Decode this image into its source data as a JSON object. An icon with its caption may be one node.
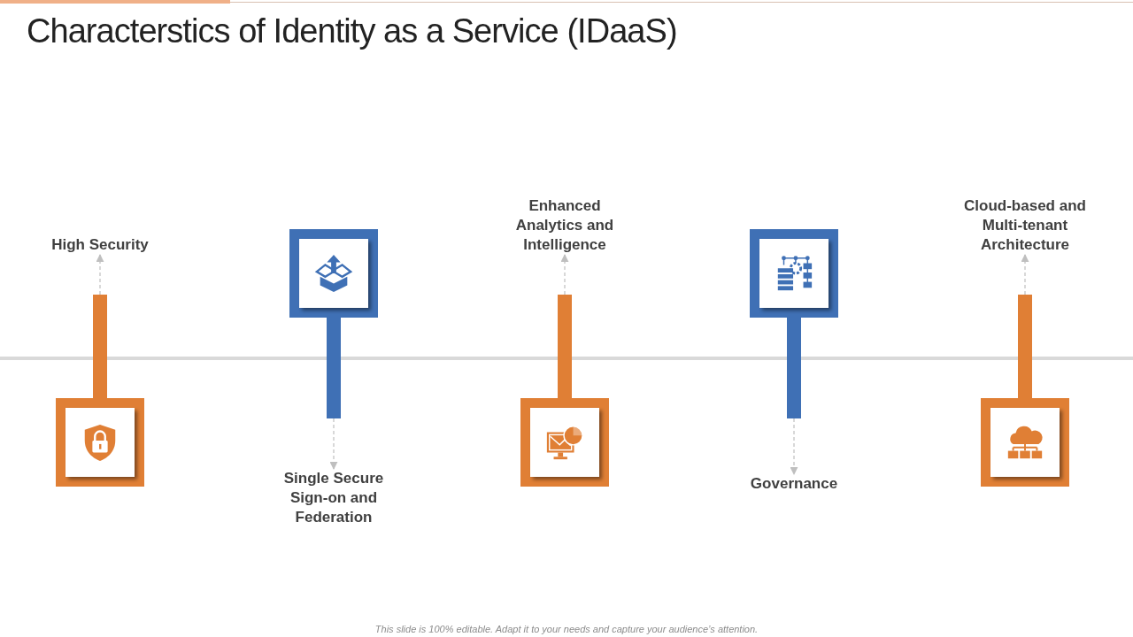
{
  "diagram": {
    "title": "Characterstics of Identity as a Service (IDaaS)",
    "nodes": [
      {
        "text": [],
        "shape": "box"
      },
      {
        "text": [
          "High Security"
        ]
      },
      {
        "text": [],
        "shape": "box"
      },
      {
        "text": [
          "Single Secure Sign-on and Federation"
        ]
      },
      {
        "text": [],
        "shape": "box"
      },
      {
        "text": [
          "Enhanced Analytics and Intelligence"
        ]
      },
      {
        "text": [],
        "shape": "box"
      },
      {
        "text": [
          "Governance"
        ]
      },
      {
        "text": [],
        "shape": "box"
      },
      {
        "text": [
          "Cloud-based and Multi-tenant Architecture"
        ]
      }
    ],
    "edges": [
      {
        "from": 0,
        "to": 1,
        "arrow": "to",
        "style": "dashed"
      },
      {
        "from": 2,
        "to": 3,
        "arrow": "to",
        "style": "dashed"
      },
      {
        "from": 4,
        "to": 5,
        "arrow": "to",
        "style": "dashed"
      },
      {
        "from": 6,
        "to": 7,
        "arrow": "to",
        "style": "dashed"
      },
      {
        "from": 8,
        "to": 9,
        "arrow": "to",
        "style": "dashed"
      }
    ],
    "labels": [
      "This slide is 100% editable. Adapt it to your needs and capture your audience’s attention."
    ]
  }
}
